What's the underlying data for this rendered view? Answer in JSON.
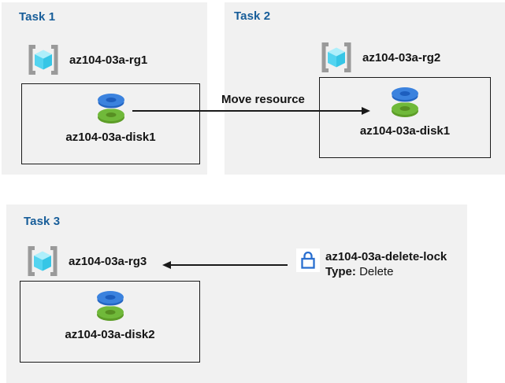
{
  "tasks": [
    {
      "title": "Task 1",
      "resource_group": "az104-03a-rg1",
      "resource": "az104-03a-disk1"
    },
    {
      "title": "Task 2",
      "resource_group": "az104-03a-rg2",
      "resource": "az104-03a-disk1"
    },
    {
      "title": "Task 3",
      "resource_group": "az104-03a-rg3",
      "resource": "az104-03a-disk2"
    }
  ],
  "move_arrow": {
    "label": "Move resource"
  },
  "lock": {
    "name": "az104-03a-delete-lock",
    "type_label": "Type:",
    "type_value": "Delete"
  },
  "icons": {
    "resource_group": "azure-resource-group-icon",
    "disk": "azure-disk-icon",
    "lock": "lock-icon"
  },
  "colors": {
    "panel_background": "#f1f1f1",
    "task_title_blue": "#175d99",
    "text": "#141414",
    "box_border": "#1a1a1a",
    "arrow": "#1a1a1a",
    "lock_blue": "#2a6fd0",
    "disk_blue": "#3b82de",
    "disk_green": "#70b93a",
    "cube_cyan": "#53d4f0",
    "bracket_gray": "#9a9a9a"
  }
}
